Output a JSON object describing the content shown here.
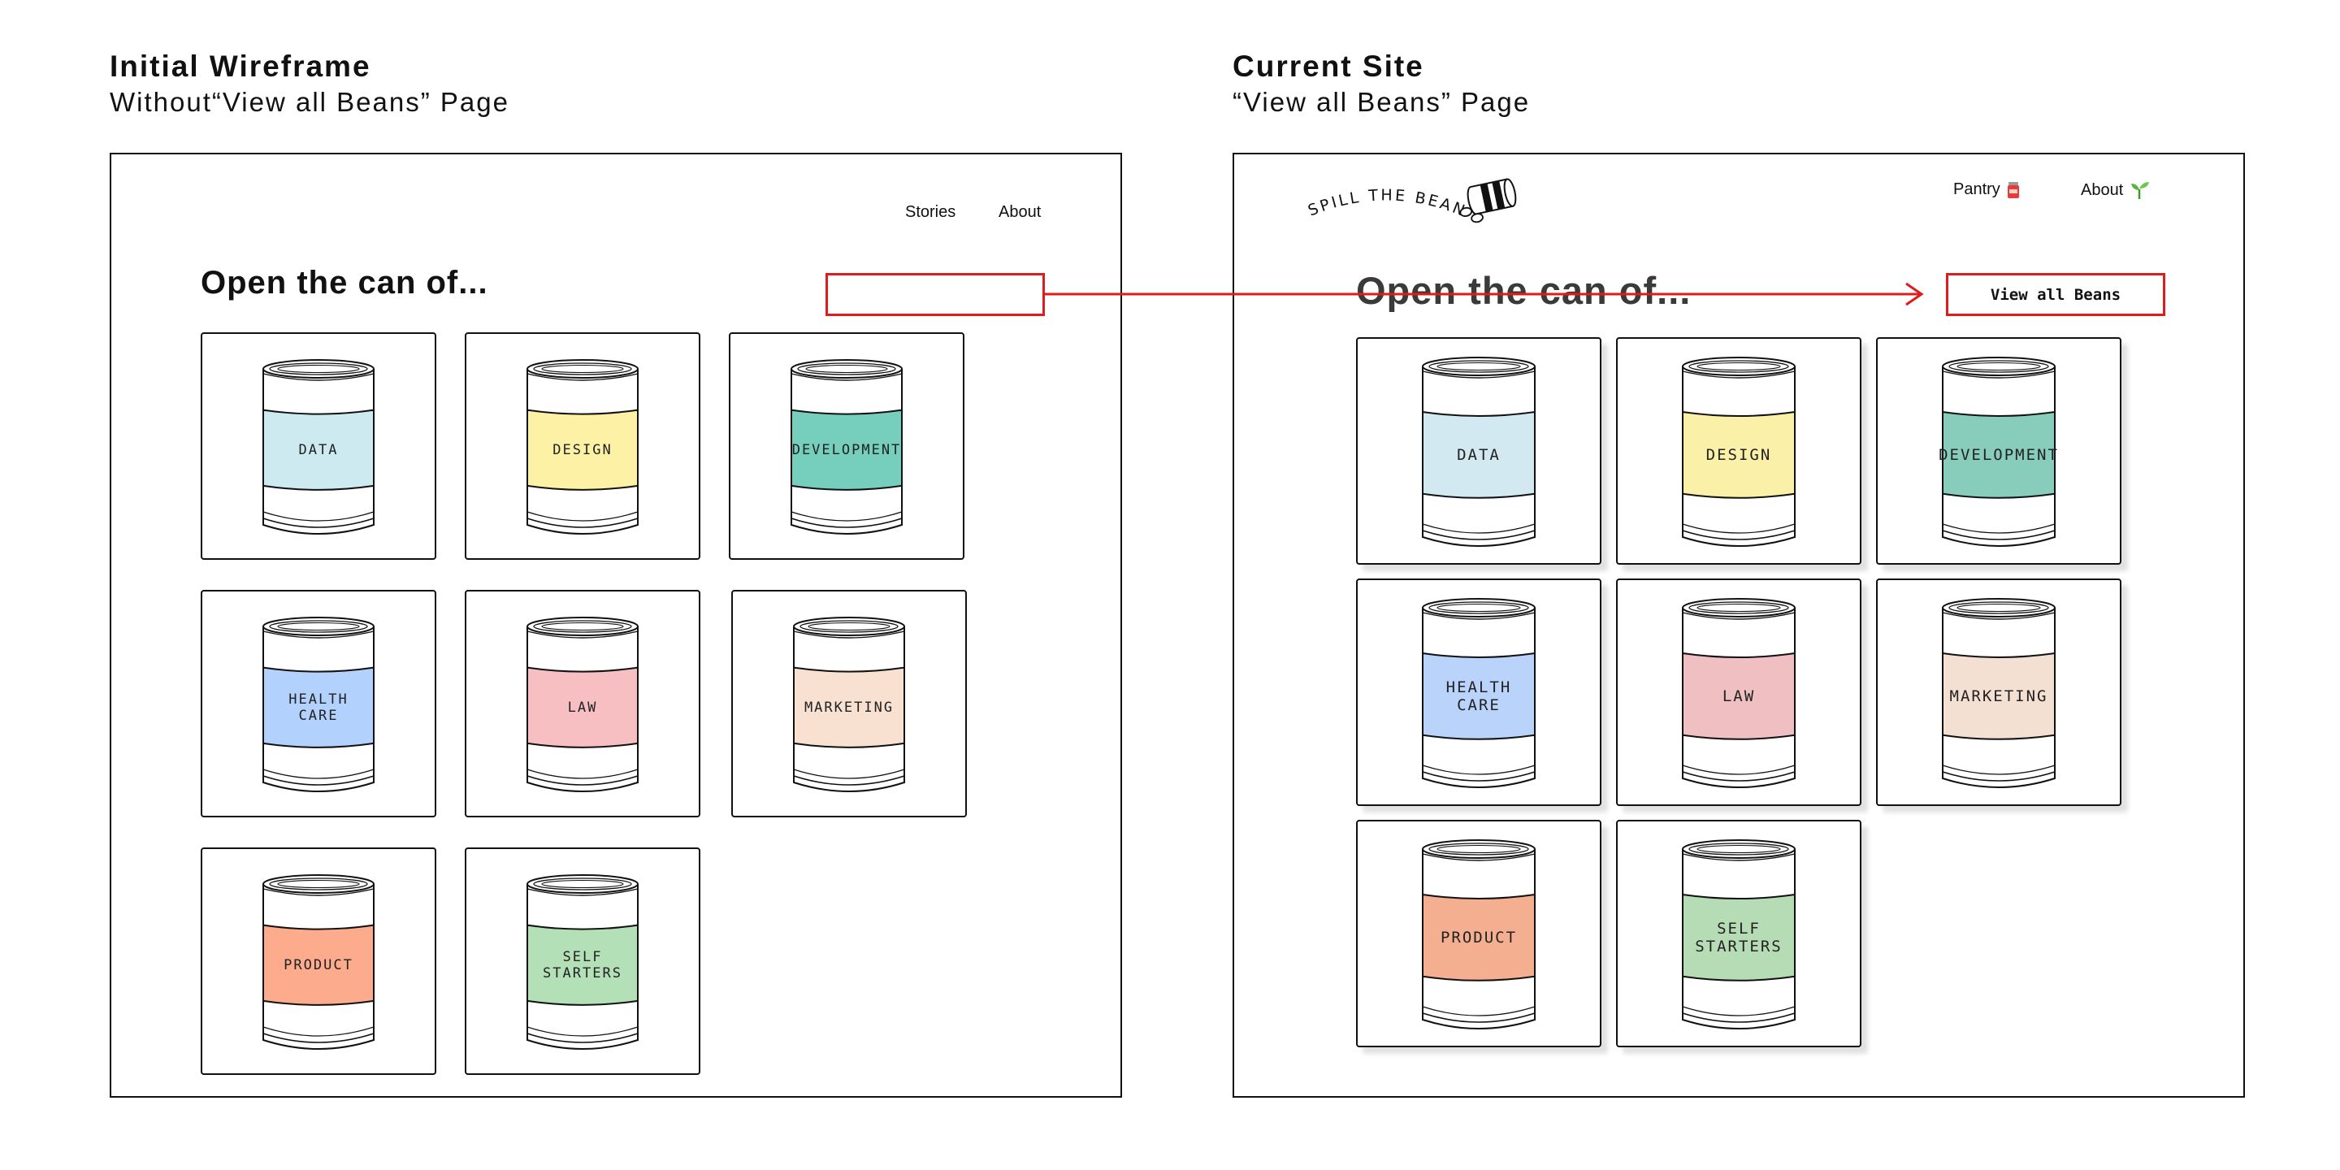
{
  "left_panel": {
    "title": "Initial Wireframe",
    "subtitle": "Without“View all Beans” Page",
    "nav": [
      "Stories",
      "About"
    ],
    "section_title": "Open the can of...",
    "cans": [
      {
        "label": "DATA",
        "color": "#cdeaf1"
      },
      {
        "label": "DESIGN",
        "color": "#fdf1a6"
      },
      {
        "label": "DEVELOPMENT",
        "color": "#76cfbd"
      },
      {
        "label": "HEALTH\nCARE",
        "color": "#b3d1fd"
      },
      {
        "label": "LAW",
        "color": "#f8bfc2"
      },
      {
        "label": "MARKETING",
        "color": "#f8e1d1"
      },
      {
        "label": "PRODUCT",
        "color": "#fcac8c"
      },
      {
        "label": "SELF\nSTARTERS",
        "color": "#b3e0b6"
      }
    ]
  },
  "right_panel": {
    "title": "Current Site",
    "subtitle": "“View all Beans” Page",
    "logo_text": "SPILL THE BEANS",
    "logo_icon": "bean-can-icon",
    "nav": [
      {
        "label": "Pantry",
        "icon": "jar-icon"
      },
      {
        "label": "About",
        "icon": "sprout-icon"
      }
    ],
    "section_title": "Open the can of...",
    "view_all_button": "View all Beans",
    "cans": [
      {
        "label": "DATA",
        "color": "#d3e9f1"
      },
      {
        "label": "DESIGN",
        "color": "#fbf0a8"
      },
      {
        "label": "DEVELOPMENT",
        "color": "#88cdbc"
      },
      {
        "label": "HEALTH\nCARE",
        "color": "#b9d3fb"
      },
      {
        "label": "LAW",
        "color": "#efbfc1"
      },
      {
        "label": "MARKETING",
        "color": "#f3e0d3"
      },
      {
        "label": "PRODUCT",
        "color": "#f4ae90"
      },
      {
        "label": "SELF\nSTARTERS",
        "color": "#b6dcb5"
      }
    ]
  },
  "annotation_color": "#e01b1b"
}
